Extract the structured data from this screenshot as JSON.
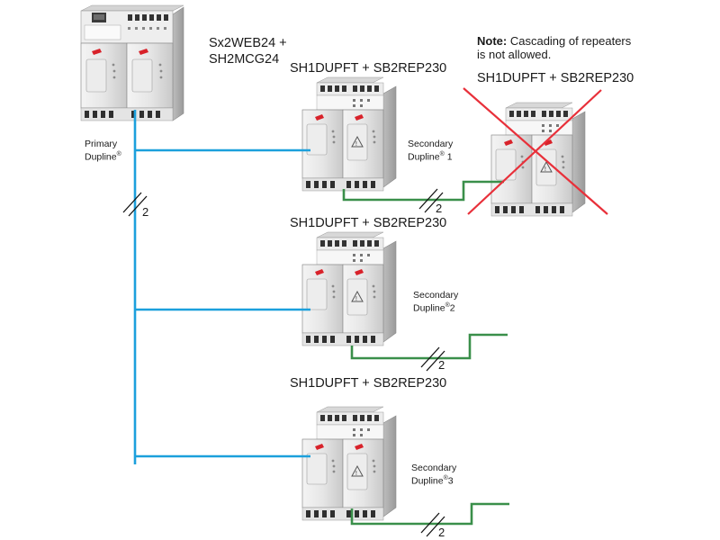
{
  "master": {
    "model_line1": "Sx2WEB24 +",
    "model_line2": "SH2MCG24",
    "bus_label_line1": "Primary",
    "bus_label_line2": "Dupline",
    "bus_label_mark": "®"
  },
  "primary_bus": {
    "wire_count": "2",
    "color": "#1ca0dc"
  },
  "secondary_bus_color": "#3a8f4a",
  "cross_color": "#e8303a",
  "note": {
    "bold": "Note:",
    "text_line1": "Cascading of repeaters",
    "text_line2": "is not allowed."
  },
  "cascaded_repeater": {
    "model": "SH1DUPFT + SB2REP230",
    "status": "not-allowed"
  },
  "repeaters": [
    {
      "model": "SH1DUPFT + SB2REP230",
      "label_line1": "Secondary",
      "label_line2": "Dupline",
      "mark": "®",
      "index": "1",
      "wire_count": "2"
    },
    {
      "model": "SH1DUPFT + SB2REP230",
      "label_line1": "Secondary",
      "label_line2": "Dupline",
      "mark": "®",
      "index": "2",
      "wire_count": "2"
    },
    {
      "model": "SH1DUPFT + SB2REP230",
      "label_line1": "Secondary",
      "label_line2": "Dupline",
      "mark": "®",
      "index": "3",
      "wire_count": "2"
    }
  ]
}
